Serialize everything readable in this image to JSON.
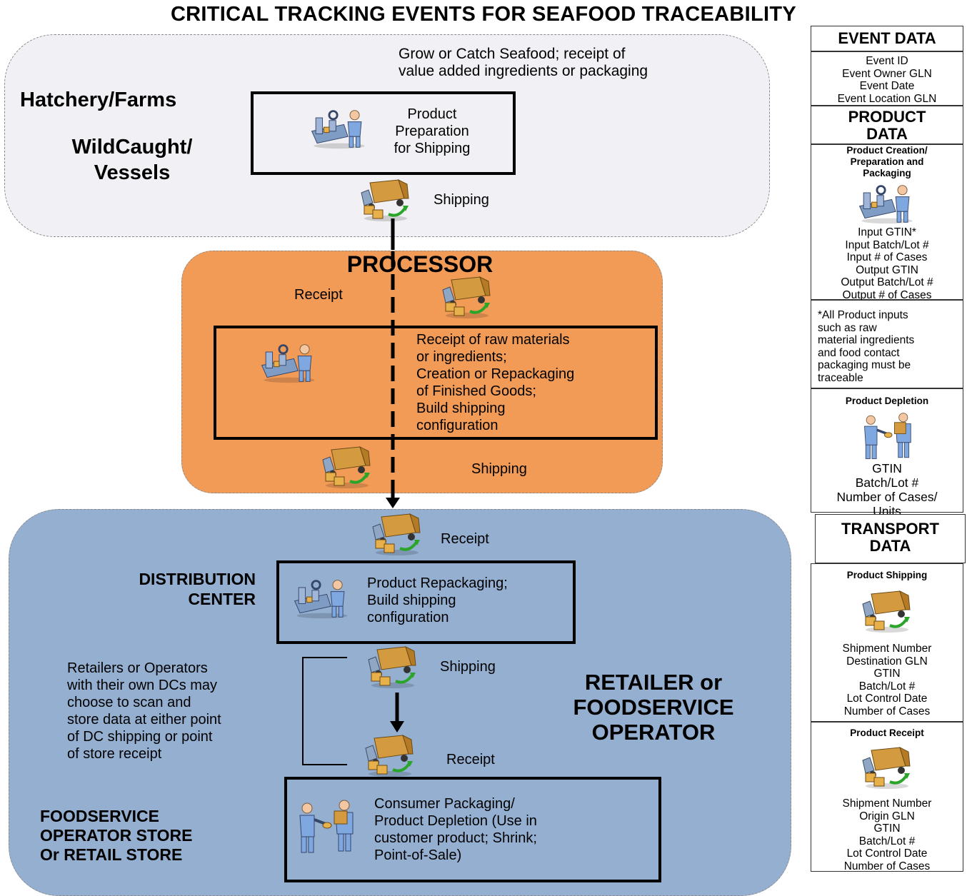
{
  "title": "CRITICAL TRACKING EVENTS FOR SEAFOOD TRACEABILITY",
  "farm": {
    "label_1": "Hatchery/Farms",
    "label_2a": "WildCaught/",
    "label_2b": "Vessels",
    "note_1": "Grow or Catch Seafood; receipt of",
    "note_2": "value added ingredients or packaging",
    "box_1": "Product",
    "box_2": "Preparation",
    "box_3": "for Shipping",
    "shipping": "Shipping"
  },
  "processor": {
    "title": "PROCESSOR",
    "receipt": "Receipt",
    "box_lines": [
      "Receipt of raw materials",
      "or ingredients;",
      "Creation or Repackaging",
      "of Finished Goods;",
      "Build shipping",
      "configuration"
    ],
    "shipping": "Shipping"
  },
  "retailer": {
    "receipt_top": "Receipt",
    "dc_1": "DISTRIBUTION",
    "dc_2": "CENTER",
    "dc_box_lines": [
      "Product Repackaging;",
      "Build shipping",
      "configuration"
    ],
    "shipping": "Shipping",
    "note_lines": [
      "Retailers or Operators",
      "with their own DCs may",
      "choose to scan and",
      "store data at either point",
      "of DC shipping or point",
      "of store receipt"
    ],
    "big_lines": [
      "RETAILER or",
      "FOODSERVICE",
      "OPERATOR"
    ],
    "receipt_bottom": "Receipt",
    "store_lines": [
      "FOODSERVICE",
      "OPERATOR STORE",
      "Or RETAIL STORE"
    ],
    "store_box_lines": [
      "Consumer Packaging/",
      "Product Depletion (Use in",
      "customer product; Shrink;",
      "Point-of-Sale)"
    ]
  },
  "sidebar": {
    "event_head": "EVENT DATA",
    "event_items": [
      "Event ID",
      "Event Owner GLN",
      "Event Date",
      "Event Location GLN"
    ],
    "product_head_1": "PRODUCT",
    "product_head_2": "DATA",
    "creation_sub": [
      "Product Creation/",
      "Preparation  and",
      "Packaging"
    ],
    "creation_items": [
      "Input GTIN*",
      "Input Batch/Lot #",
      "Input # of Cases",
      "Output GTIN",
      "Output Batch/Lot #",
      "Output # of Cases"
    ],
    "footnote_lines": [
      "*All Product inputs",
      "such as raw",
      "material ingredients",
      "and food contact",
      "packaging must be",
      "traceable"
    ],
    "depletion_sub": "Product Depletion",
    "depletion_items": [
      "GTIN",
      "Batch/Lot #",
      "Number of Cases/",
      "Units"
    ],
    "transport_head_1": "TRANSPORT",
    "transport_head_2": "DATA",
    "shipping_sub": "Product Shipping",
    "shipping_items": [
      "Shipment Number",
      "Destination GLN",
      "GTIN",
      "Batch/Lot #",
      "Lot Control Date",
      "Number of Cases"
    ],
    "receipt_sub": "Product Receipt",
    "receipt_items": [
      "Shipment Number",
      "Origin GLN",
      "GTIN",
      "Batch/Lot #",
      "Lot Control Date",
      "Number of Cases"
    ]
  }
}
